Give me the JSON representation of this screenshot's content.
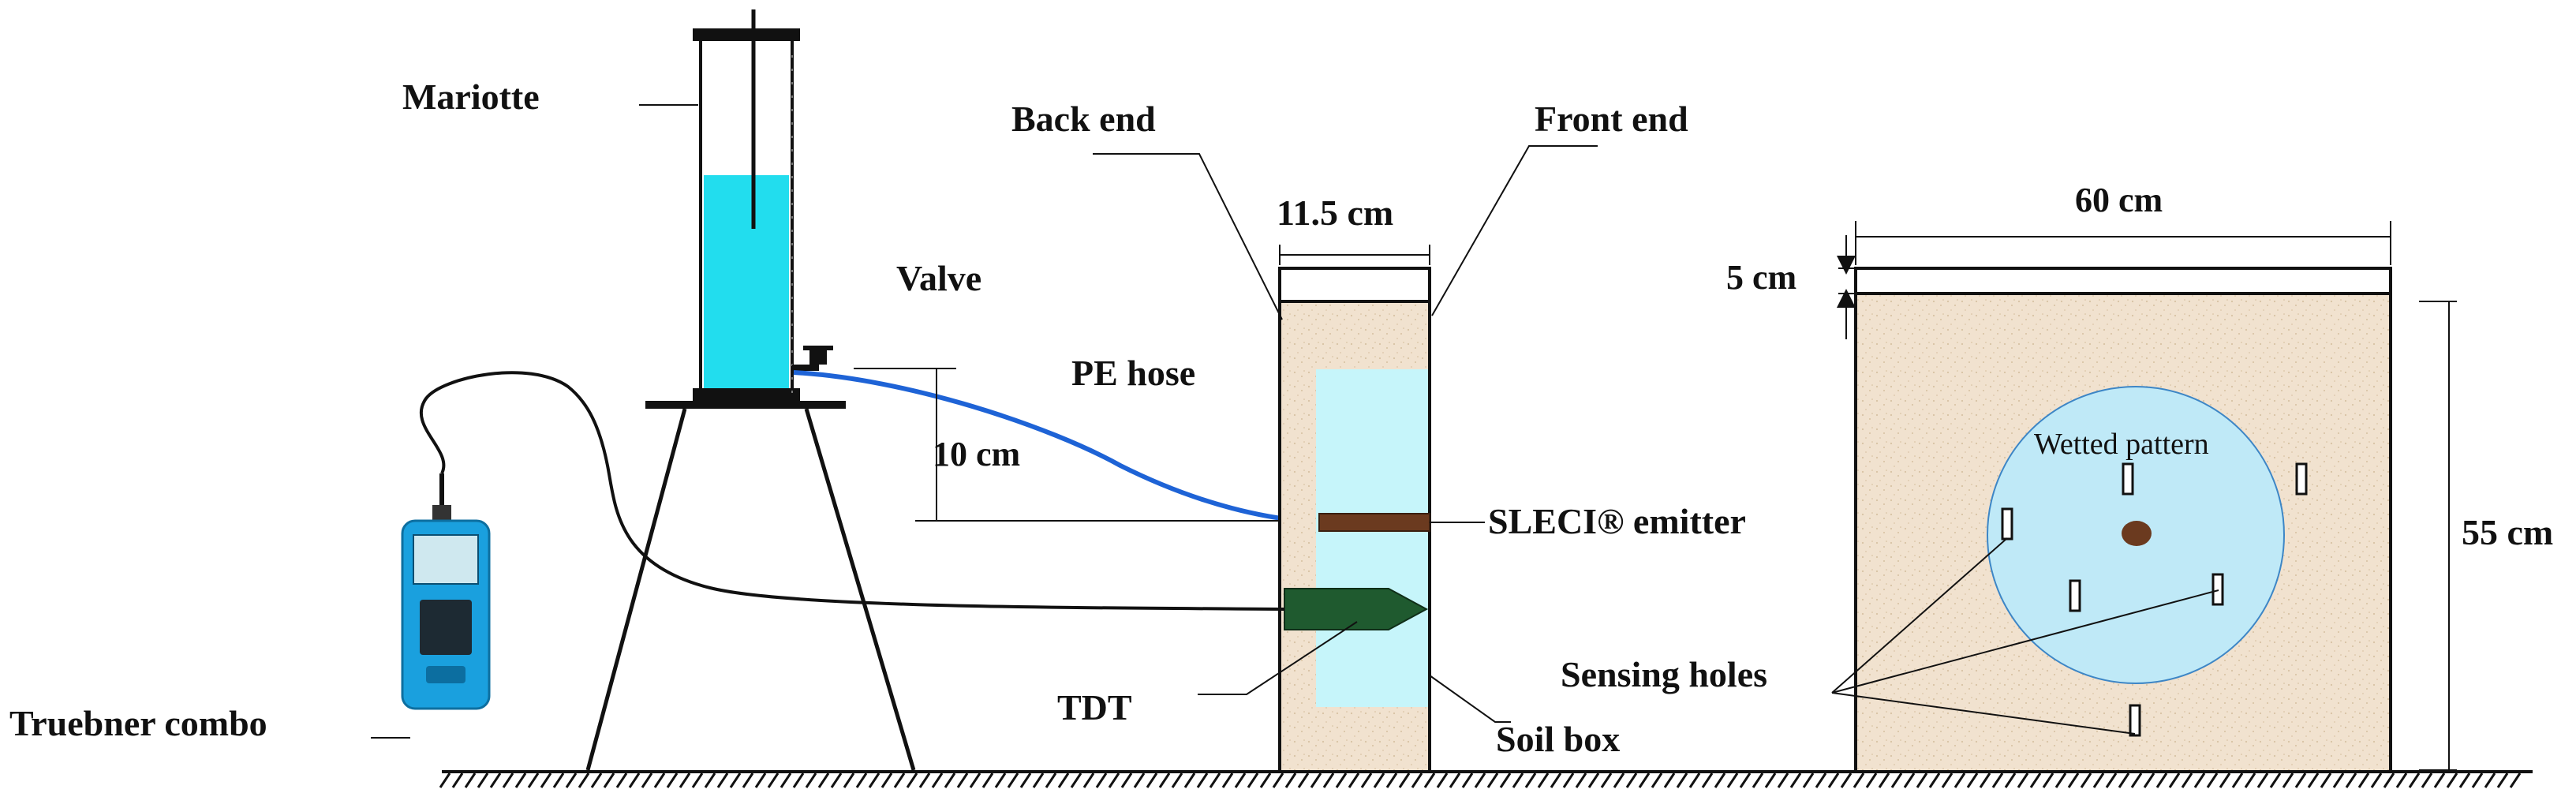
{
  "labels": {
    "mariotte": "Mariotte",
    "valve": "Valve",
    "pe_hose": "PE hose",
    "ten_cm": "10 cm",
    "back_end": "Back end",
    "front_end": "Front end",
    "width_11_5": "11.5 cm",
    "sleci_emitter": "SLECI® emitter",
    "tdt": "TDT",
    "soil_box": "Soil box",
    "truebner_combo": "Truebner combo",
    "width_60": "60 cm",
    "five_cm": "5 cm",
    "height_55": "55 cm",
    "wetted_pattern": "Wetted pattern",
    "sensing_holes": "Sensing holes"
  },
  "colors": {
    "water": "#22ddee",
    "wet_zone": "#c6f5fa",
    "wetted_circle": "#bfe9f7",
    "soil": "#f1e2cf",
    "hose": "#1e63d6",
    "emitter": "#6b3a1f",
    "tdt_probe": "#1f5a2f",
    "device_body": "#1aa0de"
  },
  "icons": {
    "device": "handheld-meter-icon",
    "ground": "hatched-ground-icon"
  }
}
